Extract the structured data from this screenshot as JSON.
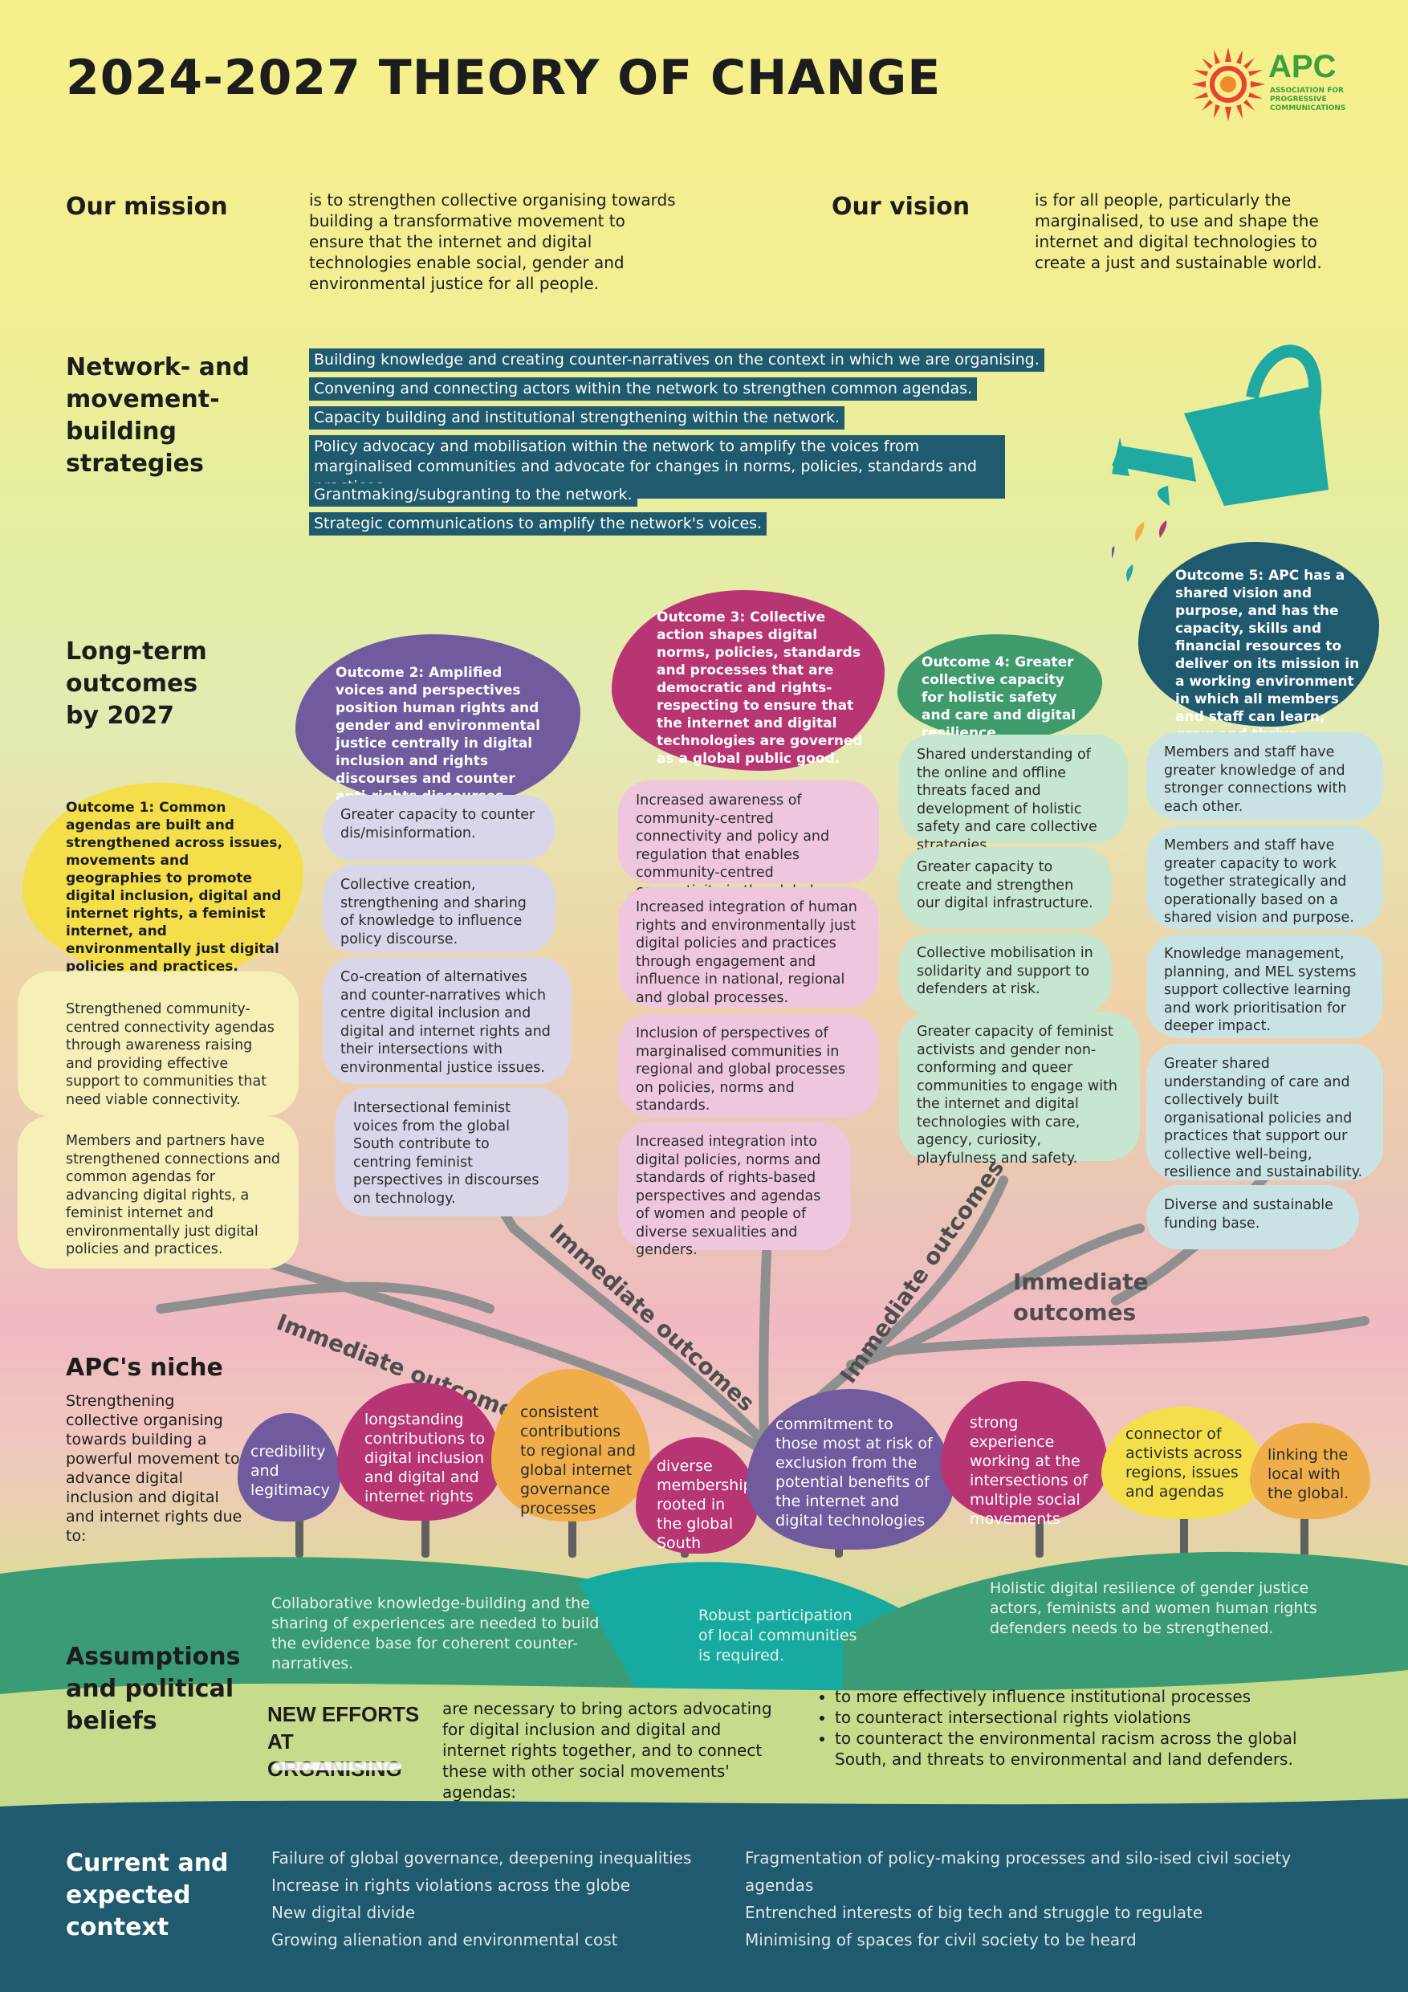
{
  "title": "2024-2027 THEORY OF CHANGE",
  "logo": {
    "name": "APC",
    "subtitle": "ASSOCIATION FOR PROGRESSIVE COMMUNICATIONS",
    "colors": {
      "sun": "#e8432f",
      "text": "#3aa13e"
    }
  },
  "mission": {
    "heading": "Our mission",
    "text": "is to strengthen collective organising towards building a transformative movement to ensure that the internet and digital technologies enable social, gender and environmental justice for all people."
  },
  "vision": {
    "heading": "Our vision",
    "text": "is for all people, particularly the marginalised, to use and shape the internet and digital technologies to create a just and sustainable world."
  },
  "strategies": {
    "heading": "Network- and movement-building strategies",
    "items": [
      "Building knowledge and creating counter-narratives on the context in which we are organising.",
      "Convening and connecting actors within the network to strengthen common agendas.",
      "Capacity building and institutional strengthening within the network.",
      "Policy advocacy and mobilisation within the network to amplify the voices from marginalised communities and advocate for changes in norms, policies, standards and practices.",
      "Grantmaking/subgranting to the network.",
      "Strategic communications to amplify the network's voices."
    ]
  },
  "outcomes": {
    "heading": "Long-term outcomes by 2027",
    "list": [
      {
        "title": "Outcome 1: Common agendas are built and strengthened across issues, movements and geographies to promote digital inclusion, digital and internet rights, a feminist internet, and environmentally just digital policies and practices.",
        "color": "#f4df4a",
        "items": [
          "Strengthened community-centred connectivity agendas through awareness raising and providing effective support to communities that need viable connectivity.",
          "Members and partners have strengthened connections and common agendas for advancing digital rights, a feminist internet and environmentally just digital policies and practices."
        ]
      },
      {
        "title": "Outcome 2: Amplified voices and perspectives position human rights and gender and environmental justice centrally in digital inclusion and rights discourses and counter anti-rights discourses.",
        "color": "#6f5b9e",
        "items": [
          "Greater capacity to counter dis/misinformation.",
          "Collective creation, strengthening and sharing of knowledge to influence policy discourse.",
          "Co-creation of alternatives and counter-narratives which centre digital inclusion and digital and internet rights and their intersections with environmental justice issues.",
          "Intersectional feminist voices from the global South contribute to centring feminist perspectives in discourses on technology."
        ]
      },
      {
        "title": "Outcome 3: Collective action shapes digital norms, policies, standards and processes that are democratic and rights-respecting to ensure that the internet and digital technologies are governed as a global public good.",
        "color": "#b83574",
        "items": [
          "Increased awareness of community-centred connectivity and policy and regulation that enables community-centred connectivity in the global South.",
          "Increased integration of human rights and environmentally just digital policies and practices through engagement and influence in national, regional and global processes.",
          "Inclusion of perspectives of marginalised communities in regional and global processes on policies, norms and standards.",
          "Increased integration into digital policies, norms and standards of rights-based perspectives and agendas of women and people of diverse sexualities and genders."
        ]
      },
      {
        "title": "Outcome 4: Greater collective capacity for holistic safety and care and digital resilience.",
        "color": "#3f9b6c",
        "items": [
          "Shared understanding of the online and offline threats faced and development of holistic safety and care collective strategies.",
          "Greater capacity to create and strengthen our digital infrastructure.",
          "Collective mobilisation in solidarity and support to defenders at risk.",
          "Greater capacity of feminist activists and gender non-conforming and queer communities to engage with the internet and digital technologies with care, agency, curiosity, playfulness and safety."
        ]
      },
      {
        "title": "Outcome 5: APC has a shared vision and purpose, and has the capacity, skills and financial resources to deliver on its mission in a working environment in which all members and staff can learn, grow and thrive.",
        "color": "#1f5a6e",
        "items": [
          "Members and staff have greater knowledge of and stronger connections with each other.",
          "Members and staff have greater capacity to work together strategically and operationally based on a shared vision and purpose.",
          "Knowledge management, planning, and MEL systems support collective learning and work prioritisation for deeper impact.",
          "Greater shared understanding of care and collectively built organisational policies and practices that support our collective well-being, resilience and sustainability.",
          "Diverse and sustainable funding base."
        ]
      }
    ]
  },
  "immediate_label": "Immediate outcomes",
  "niche": {
    "heading": "APC's niche",
    "text": "Strengthening collective organising towards building a powerful movement to advance digital inclusion and digital and internet rights due to:",
    "items": [
      {
        "text": "credibility and legitimacy",
        "color": "#6f5b9e"
      },
      {
        "text": "longstanding contributions to digital inclusion and digital and internet rights",
        "color": "#b83574"
      },
      {
        "text": "consistent contributions to regional and global internet governance processes",
        "color": "#f0ae4a"
      },
      {
        "text": "diverse membership rooted in the global South",
        "color": "#b83574"
      },
      {
        "text": "commitment to those most at risk of exclusion from the potential benefits of the internet and digital technologies",
        "color": "#6f5b9e"
      },
      {
        "text": "strong experience working at the intersections of multiple social movements",
        "color": "#b83574"
      },
      {
        "text": "connector of activists across regions, issues and agendas",
        "color": "#f4df4a"
      },
      {
        "text": "linking the local with the global.",
        "color": "#f0ae4a"
      }
    ]
  },
  "assumptions": {
    "heading": "Assumptions and political beliefs",
    "hills": [
      "Collaborative knowledge-building and the sharing of experiences are needed to build the evidence base for coherent counter-narratives.",
      "Robust participation of local communities is required.",
      "Holistic digital resilience of gender justice actors, feminists and women human rights defenders needs to be strengthened."
    ],
    "new_efforts": "NEW EFFORTS AT ORGANISING",
    "new_efforts_text": "are necessary to bring actors advocating for digital inclusion and digital and internet rights together, and to connect these with other social movements' agendas:",
    "bullets": [
      "to more effectively influence institutional processes",
      "to counteract intersectional rights violations",
      "to counteract the environmental racism across the global South, and threats to environmental and land defenders."
    ]
  },
  "context": {
    "heading": "Current and expected context",
    "left": [
      "Failure of global governance, deepening inequalities",
      "Increase in rights violations across the globe",
      "New digital divide",
      "Growing alienation and environmental cost"
    ],
    "right": [
      "Fragmentation of policy-making processes and silo-ised civil society agendas",
      "Entrenched interests of big tech and struggle to regulate",
      "Minimising of spaces for civil society to be heard"
    ]
  }
}
